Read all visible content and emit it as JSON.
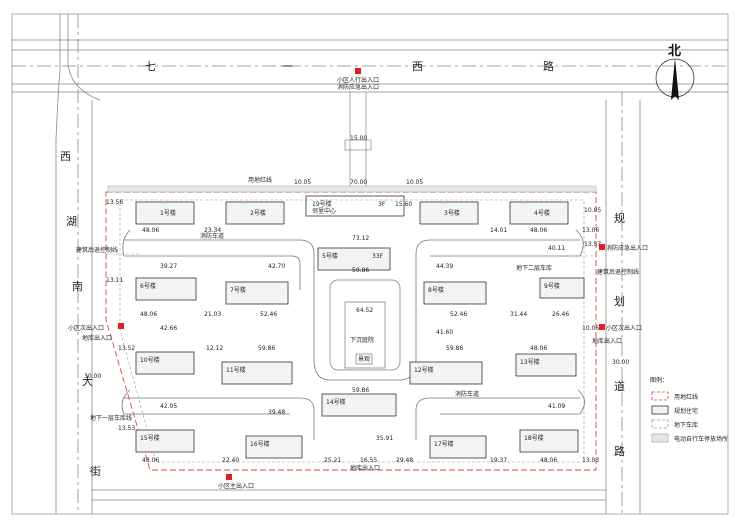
{
  "roads": {
    "north_chars": [
      "七",
      "一",
      "西",
      "路"
    ],
    "west_chars": [
      "西",
      "湖",
      "南",
      "大",
      "街"
    ],
    "east_chars": [
      "规",
      "划",
      "道",
      "路"
    ]
  },
  "compass": {
    "label": "北"
  },
  "entrances": {
    "north_line1": "小区人行出入口",
    "north_line2": "消防应急出入口",
    "west_main": "小区次出入口",
    "west_garage": "地库出入口",
    "west_garage2": "地下一层车库线",
    "east_fire": "消防应急出入口",
    "east_main": "小区次出入口",
    "east_garage": "地库出入口",
    "south_garage": "地库出入口",
    "south_gate": "小区主出入口"
  },
  "labels": {
    "red_line": "用地红线",
    "lane_nw": "消防车道",
    "lane_se": "消防车道",
    "clubhouse": "邻里中心",
    "plaza1": "下沉庭院",
    "plaza2": "景观",
    "bld_ctrl_w": "建筑后退控制线",
    "bld_ctrl_e": "建筑后退控制线",
    "basement_e": "地下二层车库"
  },
  "dims": {
    "d1": "15.00",
    "d2": "70.00",
    "d3": "10.05",
    "d4": "10.05",
    "d5": "73.12",
    "d6": "13.56",
    "d7": "48.06",
    "d8": "23.34",
    "d9": "14.01",
    "d10": "13.06",
    "d11": "48.06",
    "d12": "59.86",
    "d13": "21.03",
    "d14": "52.46",
    "d15": "52.46",
    "d16": "31.44",
    "d17": "26.46",
    "d18": "13.52",
    "d19": "48.06",
    "d20": "12.12",
    "d21": "59.86",
    "d22": "59.86",
    "d23": "59.86",
    "d24": "48.06",
    "d25": "48.06",
    "d26": "25.21",
    "d27": "16.55",
    "d28": "29.48",
    "d29": "19.37",
    "d30": "48.06",
    "d31": "30.00",
    "d32": "30.00",
    "d33": "15.60",
    "d34": "13.57",
    "d35": "10.05",
    "d36": "64.52",
    "d37": "39.27",
    "d38": "42.70",
    "d39": "44.39",
    "d40": "40.11",
    "d41": "42.66",
    "d42": "41.60",
    "d43": "41.09",
    "d44": "42.05",
    "d45": "39.48",
    "d46": "35.91",
    "d47": "22.40",
    "d48": "13.03",
    "d49": "13.53",
    "d50": "13.11",
    "d51": "10.05"
  },
  "buildings": {
    "b1": "1号楼",
    "b2": "2号楼",
    "b3": "3号楼",
    "b4": "4号楼",
    "b5": "5号楼",
    "b6": "6号楼",
    "b7": "7号楼",
    "b8": "8号楼",
    "b9": "9号楼",
    "b10": "10号楼",
    "b11": "11号楼",
    "b12": "12号楼",
    "b13": "13号楼",
    "b14": "14号楼",
    "b15": "15号楼",
    "b16": "16号楼",
    "b17": "17号楼",
    "b18": "18号楼",
    "b19": "19号楼",
    "floors_a": "33F",
    "floors_b": "3F"
  },
  "legend": {
    "title": "图例：",
    "items": [
      "用地红线",
      "规划住宅",
      "地下车库",
      "电动自行车停放场所"
    ]
  },
  "colors": {
    "red_line": "#d9483b",
    "marker": "#e02020"
  }
}
